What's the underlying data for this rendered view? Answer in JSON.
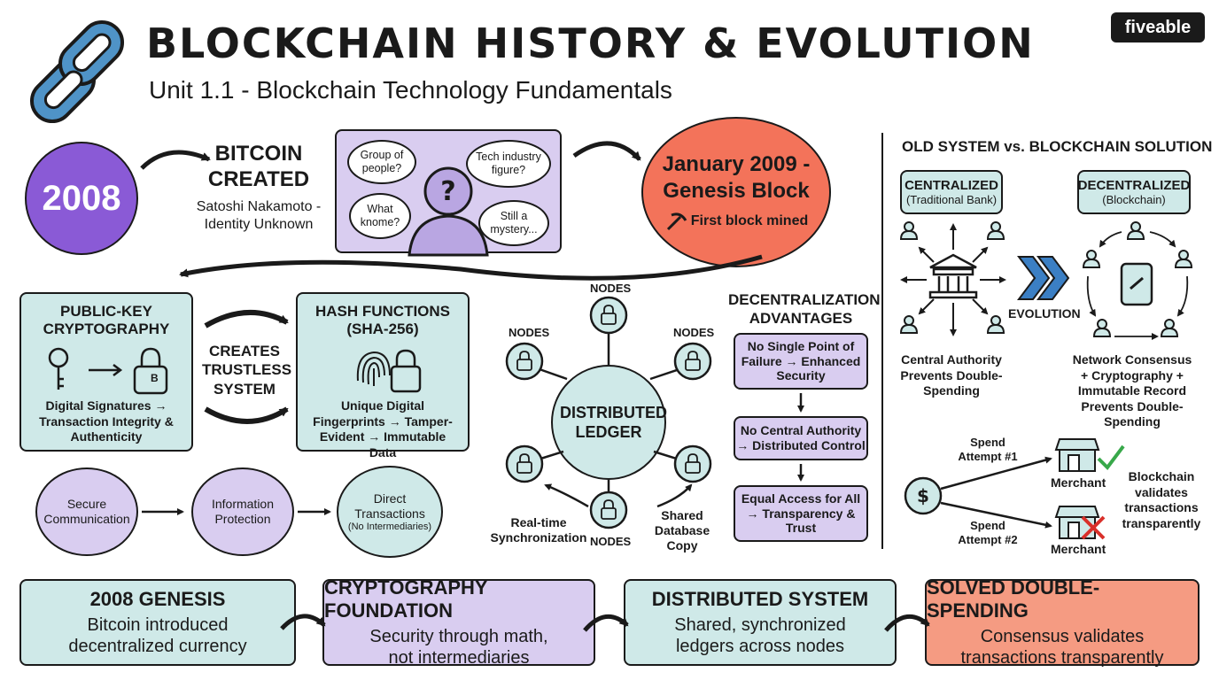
{
  "header": {
    "title": "BLOCKCHAIN HISTORY & EVOLUTION",
    "subtitle": "Unit 1.1 - Blockchain Technology Fundamentals",
    "logo": "fiveable"
  },
  "timeline": {
    "year": "2008",
    "bitcoin_title": "BITCOIN CREATED",
    "bitcoin_sub": "Satoshi Nakamoto - Identity Unknown",
    "bubbles": [
      "Group of people?",
      "Tech industry figure?",
      "What knome?",
      "Still a mystery..."
    ],
    "genesis_title": "January 2009 - Genesis Block",
    "genesis_sub": "First block mined"
  },
  "crypto": {
    "pk_title": "PUBLIC-KEY CRYPTOGRAPHY",
    "pk_text": "Digital Signatures → Transaction Integrity & Authenticity",
    "creates": "CREATES TRUSTLESS SYSTEM",
    "hash_title": "HASH FUNCTIONS (SHA-256)",
    "hash_text": "Unique Digital Fingerprints → Tamper-Evident → Immutable Data",
    "lock_letter": "B",
    "flow": [
      "Secure Communication",
      "Information Protection",
      "Direct Transactions"
    ],
    "flow_note": "(No Intermediaries)"
  },
  "ledger": {
    "center": "DISTRIBUTED LEDGER",
    "node_label": "NODES",
    "sync": "Real-time Synchronization",
    "shared": "Shared Database Copy"
  },
  "advantages": {
    "title": "DECENTRALIZATION ADVANTAGES",
    "items": [
      "No Single Point of Failure → Enhanced Security",
      "No Central Authority → Distributed Control",
      "Equal Access for All → Transparency & Trust"
    ]
  },
  "comparison": {
    "title": "OLD SYSTEM vs. BLOCKCHAIN SOLUTION",
    "centralized_title": "CENTRALIZED",
    "centralized_sub": "(Traditional Bank)",
    "decentralized_title": "DECENTRALIZED",
    "decentralized_sub": "(Blockchain)",
    "evolution": "EVOLUTION",
    "central_note": "Central Authority Prevents Double-Spending",
    "network_note": "Network Consensus + Cryptography + Immutable Record Prevents Double-Spending",
    "spend1": "Spend Attempt #1",
    "spend2": "Spend Attempt #2",
    "merchant": "Merchant",
    "validates": "Blockchain validates transactions transparently"
  },
  "summary": [
    {
      "title": "2008 GENESIS",
      "text": "Bitcoin introduced decentralized currency"
    },
    {
      "title": "CRYPTOGRAPHY FOUNDATION",
      "text": "Security through math, not intermediaries"
    },
    {
      "title": "DISTRIBUTED SYSTEM",
      "text": "Shared, synchronized ledgers across nodes"
    },
    {
      "title": "SOLVED DOUBLE-SPENDING",
      "text": "Consensus validates transactions transparently"
    }
  ]
}
